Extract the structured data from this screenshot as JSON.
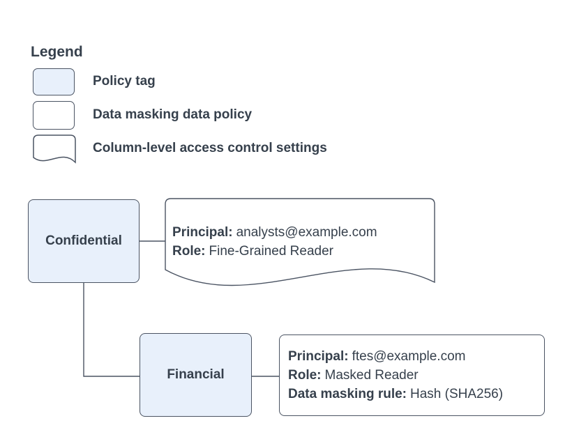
{
  "colors": {
    "stroke_color": "#4a5362",
    "text_color": "#36404c",
    "policy_tag_fill": "#e8f0fb",
    "shape_fill": "#ffffff",
    "canvas_bg": "#ffffff"
  },
  "legend": {
    "title": "Legend",
    "items": [
      {
        "shape": "policy-tag",
        "label": "Policy tag"
      },
      {
        "shape": "data-masking-data-policy",
        "label": "Data masking data policy"
      },
      {
        "shape": "column-level-access-control",
        "label": "Column-level access control settings"
      }
    ]
  },
  "diagram": {
    "confidential": {
      "label": "Confidential"
    },
    "confidential_settings": {
      "lines": [
        {
          "key": "Principal:",
          "value": "analysts@example.com"
        },
        {
          "key": "Role:",
          "value": "Fine-Grained Reader"
        }
      ]
    },
    "financial": {
      "label": "Financial"
    },
    "financial_policy": {
      "lines": [
        {
          "key": "Principal:",
          "value": "ftes@example.com"
        },
        {
          "key": "Role:",
          "value": "Masked Reader"
        },
        {
          "key": "Data masking rule:",
          "value": "Hash (SHA256)"
        }
      ]
    }
  }
}
